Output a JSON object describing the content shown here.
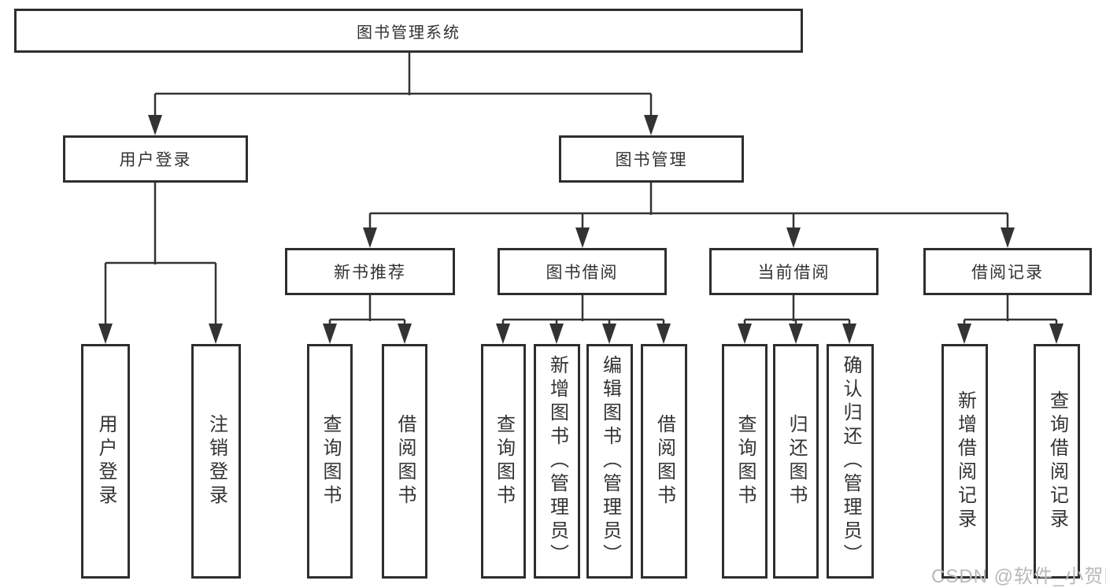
{
  "tree": {
    "label": "图书管理系统",
    "children": [
      {
        "label": "用户登录",
        "children": [
          {
            "label": "用户登录"
          },
          {
            "label": "注销登录"
          }
        ]
      },
      {
        "label": "图书管理",
        "children": [
          {
            "label": "新书推荐",
            "children": [
              {
                "label": "查询图书"
              },
              {
                "label": "借阅图书"
              }
            ]
          },
          {
            "label": "图书借阅",
            "children": [
              {
                "label": "查询图书"
              },
              {
                "label": "新增图书（管理员）"
              },
              {
                "label": "编辑图书（管理员）"
              },
              {
                "label": "借阅图书"
              }
            ]
          },
          {
            "label": "当前借阅",
            "children": [
              {
                "label": "查询图书"
              },
              {
                "label": "归还图书"
              },
              {
                "label": "确认归还（管理员）"
              }
            ]
          },
          {
            "label": "借阅记录",
            "children": [
              {
                "label": "新增借阅记录"
              },
              {
                "label": "查询借阅记录"
              }
            ]
          }
        ]
      }
    ]
  },
  "watermark": "CSDN @软件_小贺同学",
  "colors": {
    "background": "#ffffff",
    "box_border": "#2e2e2e",
    "text": "#333333",
    "connector": "#333333",
    "watermark": "#b9b9b9"
  }
}
